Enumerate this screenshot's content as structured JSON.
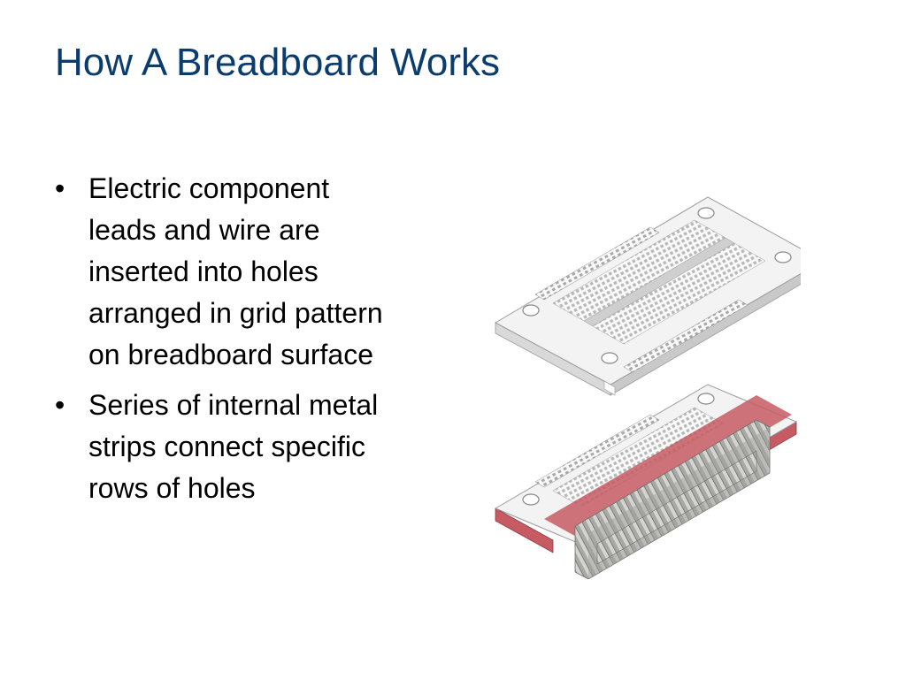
{
  "slide": {
    "title": "How A Breadboard Works",
    "title_color": "#0b3c6e",
    "bullets": [
      {
        "marker": "•",
        "lines": [
          "Electric component",
          "leads and wire are",
          "inserted into holes",
          "arranged in grid pattern",
          "on breadboard surface"
        ]
      },
      {
        "marker": "•",
        "lines": [
          "Series of internal metal",
          "strips connect specific",
          "rows of holes"
        ]
      }
    ]
  },
  "illustration": {
    "top_board": "breadboard-top-view",
    "bottom_board": "breadboard-cutaway-with-metal-strips",
    "board_color": "#f2f2f2",
    "cutaway_color": "#c0505a",
    "strip_color": "#a9aaa5"
  }
}
